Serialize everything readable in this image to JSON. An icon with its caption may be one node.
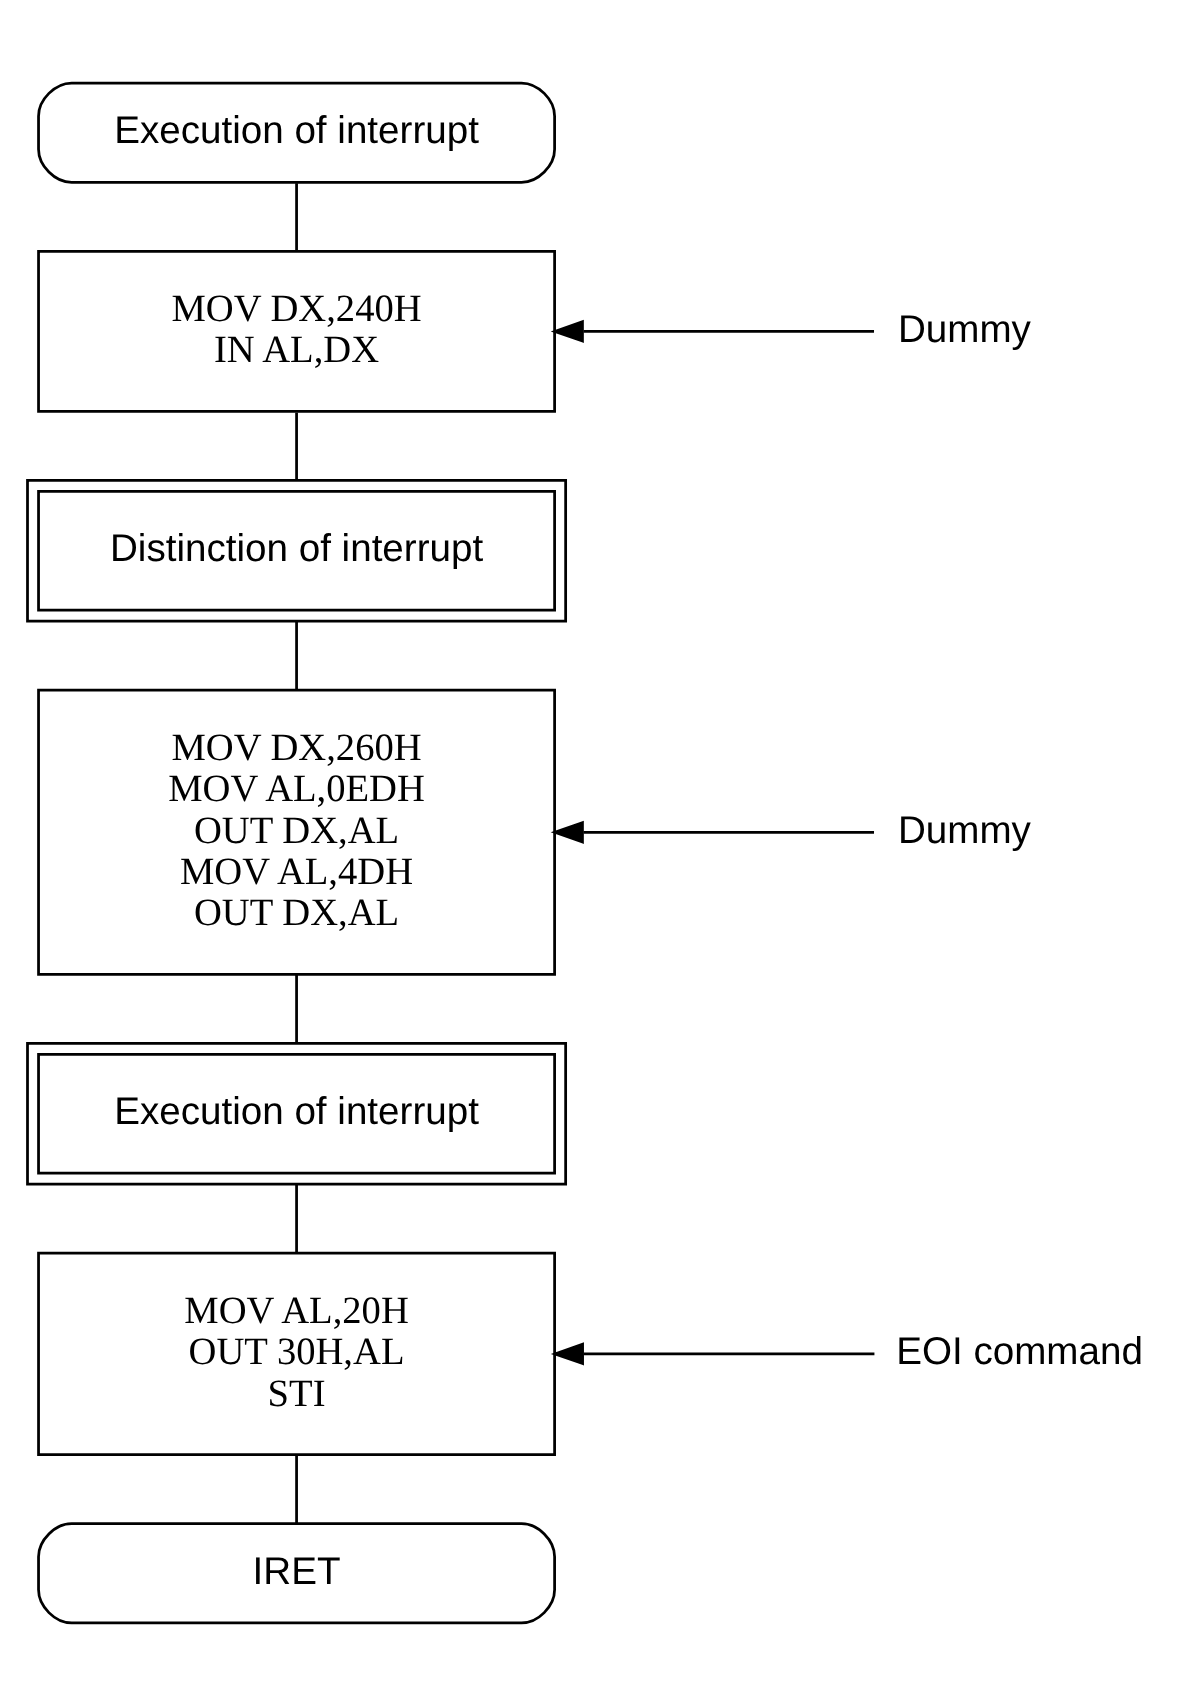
{
  "diagram": {
    "nodes": [
      {
        "text": [
          "Execution of interrupt"
        ]
      },
      {
        "text": [
          "MOV DX,240H",
          "IN AL,DX"
        ]
      },
      {
        "text": [
          "Distinction of interrupt"
        ]
      },
      {
        "text": [
          "MOV DX,260H",
          "MOV AL,0EDH",
          "OUT DX,AL",
          "MOV AL,4DH",
          "OUT DX,AL"
        ]
      },
      {
        "text": [
          "Execution of interrupt"
        ]
      },
      {
        "text": [
          "MOV AL,20H",
          "OUT 30H,AL",
          "STI"
        ]
      },
      {
        "text": [
          "IRET"
        ]
      },
      {
        "text": [
          "Dummy"
        ]
      },
      {
        "text": [
          "Dummy"
        ]
      },
      {
        "text": [
          "EOI command"
        ]
      }
    ],
    "edges": [
      {
        "from": 0,
        "to": 1,
        "arrow": "none"
      },
      {
        "from": 1,
        "to": 2,
        "arrow": "none"
      },
      {
        "from": 2,
        "to": 3,
        "arrow": "none"
      },
      {
        "from": 3,
        "to": 4,
        "arrow": "none"
      },
      {
        "from": 4,
        "to": 5,
        "arrow": "none"
      },
      {
        "from": 5,
        "to": 6,
        "arrow": "none"
      },
      {
        "from": 7,
        "to": 1,
        "arrow": "to"
      },
      {
        "from": 8,
        "to": 3,
        "arrow": "to"
      },
      {
        "from": 9,
        "to": 5,
        "arrow": "to"
      }
    ]
  }
}
